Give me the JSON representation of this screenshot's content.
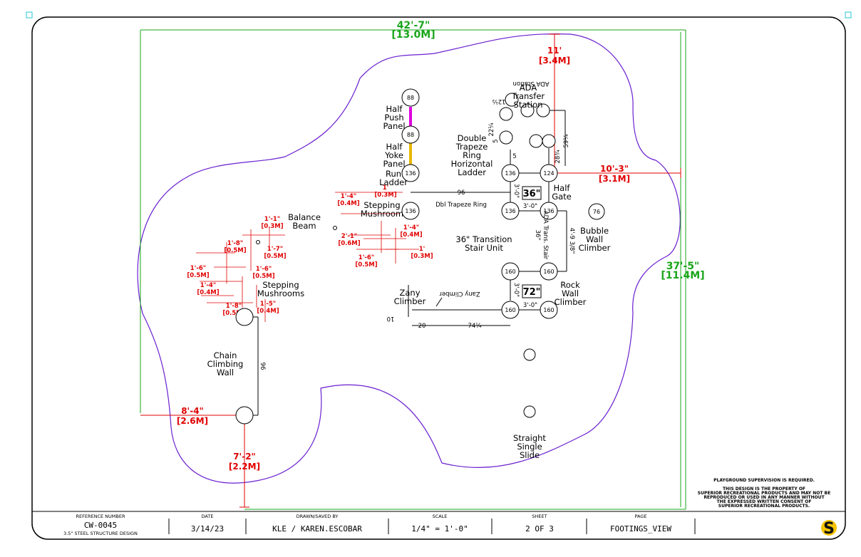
{
  "dimensions": {
    "overall_width": "42'-7\"",
    "overall_width_m": "[13.0M]",
    "overall_depth": "37'-5\"",
    "overall_depth_m": "[11.4M]",
    "top_offset": "11'",
    "top_offset_m": "[3.4M]",
    "right_offset": "10'-3\"",
    "right_offset_m": "[3.1M]",
    "left_offset": "8'-4\"",
    "left_offset_m": "[2.6M]",
    "bottom_offset": "7'-2\"",
    "bottom_offset_m": "[2.2M]"
  },
  "small_dims": [
    {
      "t": "1'-1\"",
      "m": "[0.3M]"
    },
    {
      "t": "1'-8\"",
      "m": "[0.5M]"
    },
    {
      "t": "1'-7\"",
      "m": "[0.5M]"
    },
    {
      "t": "1'-6\"",
      "m": "[0.5M]"
    },
    {
      "t": "1'-6\"",
      "m": "[0.5M]"
    },
    {
      "t": "1'-4\"",
      "m": "[0.4M]"
    },
    {
      "t": "1'-8\"",
      "m": "[0.5M]"
    },
    {
      "t": "1'-5\"",
      "m": "[0.4M]"
    },
    {
      "t": "1'",
      "m": "[0.3M]"
    },
    {
      "t": "1'-4\"",
      "m": "[0.4M]"
    },
    {
      "t": "2'-1\"",
      "m": "[0.6M]"
    },
    {
      "t": "1'-4\"",
      "m": "[0.4M]"
    },
    {
      "t": "1'-6\"",
      "m": "[0.5M]"
    },
    {
      "t": "1'",
      "m": "[0.3M]"
    }
  ],
  "components": {
    "ada_transfer_1": "ADA",
    "ada_transfer_2": "Transfer",
    "ada_transfer_3": "Station",
    "ada_station_mirror": "ADA Station",
    "half_push_1": "Half",
    "half_push_2": "Push",
    "half_push_3": "Panel",
    "half_yoke_1": "Half",
    "half_yoke_2": "Yoke",
    "half_yoke_3": "Panel",
    "run_ladder_1": "Run",
    "run_ladder_2": "Ladder",
    "double_trapeze_1": "Double",
    "double_trapeze_2": "Trapeze",
    "double_trapeze_3": "Ring",
    "double_trapeze_4": "Horizontal",
    "double_trapeze_5": "Ladder",
    "half_gate_1": "Half",
    "half_gate_2": "Gate",
    "dbl_trapeze_ring": "Dbl Trapeze Ring",
    "stepping_mushroom_1": "Stepping",
    "stepping_mushroom_2": "Mushroom",
    "balance_beam_1": "Balance",
    "balance_beam_2": "Beam",
    "bubble_wall_1": "Bubble",
    "bubble_wall_2": "Wall",
    "bubble_wall_3": "Climber",
    "transition_1": "36\" Transition",
    "transition_2": "Stair Unit",
    "ada_trans_stair": "ADA Trans. Stair",
    "ada_trans_36": "36\"",
    "stepping_mushrooms_1": "Stepping",
    "stepping_mushrooms_2": "Mushrooms",
    "zany_1": "Zany",
    "zany_2": "Climber",
    "zany_mirror": "Zany Climber",
    "rock_wall_1": "Rock",
    "rock_wall_2": "Wall",
    "rock_wall_3": "Climber",
    "chain_1": "Chain",
    "chain_2": "Climbing",
    "chain_3": "Wall",
    "slide_1": "Straight",
    "slide_2": "Single",
    "slide_3": "Slide"
  },
  "posts": {
    "p88a": "88",
    "p88b": "88",
    "p136a": "136",
    "p136b": "136",
    "p136c": "136",
    "p136d": "136",
    "p124": "124",
    "p76": "76",
    "p160a": "160",
    "p160b": "160",
    "p160c": "160",
    "p160d": "160",
    "p136e": "136"
  },
  "deck_labels": {
    "deck36": "36\"",
    "deck72": "72\""
  },
  "inner_dims": {
    "d96_top": "96",
    "d96_left": "96",
    "d30a": "3'-0\"",
    "d30b": "3'-0\"",
    "d30c": "3'-0\"",
    "d30d": "3'-0\"",
    "d438": "4'-9 3/8\"",
    "d22": "22¼",
    "d5a": "5",
    "d5b": "5",
    "d28": "28¾",
    "d59": "59¼",
    "d12": "12½",
    "d10": "10",
    "d20": "20",
    "d74": "74¼"
  },
  "notes": {
    "supervision": "PLAYGROUND SUPERVISION IS REQUIRED.",
    "prop1": "THIS DESIGN IS THE PROPERTY OF",
    "prop2": "SUPERIOR RECREATIONAL PRODUCTS AND MAY NOT BE",
    "prop3": "REPRODUCED OR USED IN ANY MANNER WITHOUT",
    "prop4": "THE EXPRESSED WRITTEN CONSENT OF",
    "prop5": "SUPERIOR RECREATIONAL PRODUCTS."
  },
  "title_block": {
    "ref_header": "REFERENCE NUMBER",
    "ref_value": "CW-0045",
    "ref_sub": "3.5\" STEEL STRUCTURE DESIGN",
    "date_header": "DATE",
    "date_value": "3/14/23",
    "drawn_header": "DRAWN/SAVED BY",
    "drawn_value": "KLE / KAREN.ESCOBAR",
    "scale_header": "SCALE",
    "scale_value": "1/4\" = 1'-0\"",
    "sheet_header": "SHEET",
    "sheet_value": "2  OF  3",
    "page_header": "PAGE",
    "page_value": "FOOTINGS_VIEW",
    "logo_letter": "S"
  },
  "colors": {
    "boundary": "#6a1fcf",
    "dimension_red": "#e00000",
    "dimension_green": "#1aa51a",
    "push_panel": "#e000e0",
    "yoke_panel": "#e8b800"
  }
}
